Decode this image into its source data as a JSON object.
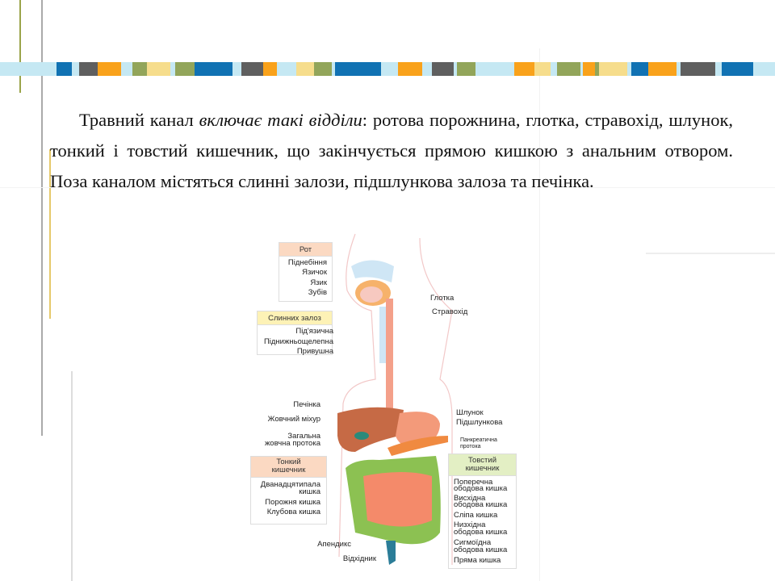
{
  "text": {
    "part1": "Травний канал ",
    "italic": "включає такі відділи",
    "part2": ": ротова порожнина, глотка, стравохід, шлунок, тонкий і товстий кишечник, що закінчується прямою кишкою з анальним отвором. Поза каналом містяться слинні залози, підшлункова залоза та печінка."
  },
  "diagram": {
    "mouth": {
      "title": "Рот",
      "items": [
        "Піднебіння",
        "Язичок",
        "Язик",
        "Зубів"
      ]
    },
    "salivary": {
      "title": "Слинних залоз",
      "items": [
        "Під'язична",
        "Піднижньощелепна",
        "Привушна"
      ]
    },
    "throat": "Глотка",
    "esophagus": "Стравохід",
    "liver": "Печінка",
    "gallbladder": "Жовчний міхур",
    "bile_duct": [
      "Загальна",
      "жовчна протока"
    ],
    "stomach": "Шлунок",
    "pancreas": "Підшлункова",
    "pancreatic_duct": [
      "Панкреатична",
      "протока"
    ],
    "small_intestine": {
      "title": [
        "Тонкий",
        "кишечник"
      ],
      "items": [
        [
          "Дванадцятипала",
          "кишка"
        ],
        [
          "Порожня кишка"
        ],
        [
          "Клубова кишка"
        ]
      ]
    },
    "large_intestine": {
      "title": [
        "Товстий",
        "кишечник"
      ],
      "items": [
        [
          "Поперечна",
          "ободова кишка"
        ],
        [
          "Висхідна",
          "ободова кишка"
        ],
        [
          "Сліпа кишка"
        ],
        [
          "Низхідна",
          "ободова кишка"
        ],
        [
          "Сигмоїдна",
          "ободова кишка"
        ],
        [
          "Пряма кишка"
        ]
      ]
    },
    "appendix": "Апендикс",
    "anus": "Відхідник"
  },
  "colors": {
    "blue": "#1172b3",
    "orange": "#f9a21b",
    "olive": "#92a55a",
    "gray": "#5f5f5f",
    "pale": "#f6dd8c",
    "band": "#c5e8f3"
  }
}
